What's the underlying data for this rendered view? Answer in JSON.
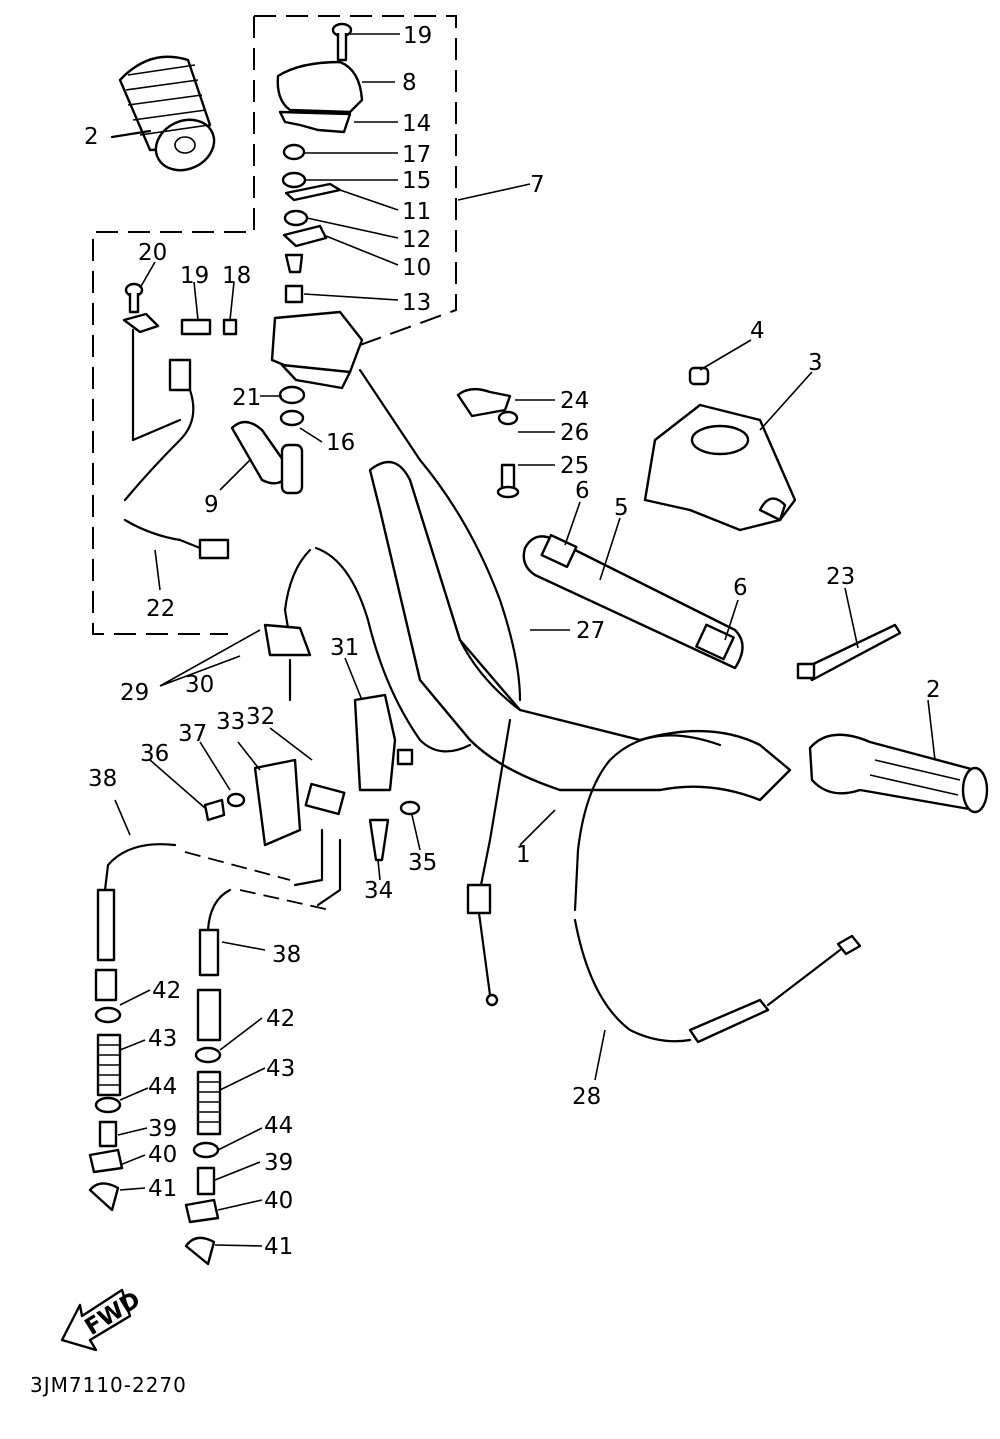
{
  "callouts": [
    {
      "id": "c2a",
      "text": "2"
    },
    {
      "id": "c19a",
      "text": "19"
    },
    {
      "id": "c8",
      "text": "8"
    },
    {
      "id": "c14",
      "text": "14"
    },
    {
      "id": "c17",
      "text": "17"
    },
    {
      "id": "c15",
      "text": "15"
    },
    {
      "id": "c7",
      "text": "7"
    },
    {
      "id": "c11",
      "text": "11"
    },
    {
      "id": "c12",
      "text": "12"
    },
    {
      "id": "c10",
      "text": "10"
    },
    {
      "id": "c20",
      "text": "20"
    },
    {
      "id": "c19b",
      "text": "19"
    },
    {
      "id": "c18",
      "text": "18"
    },
    {
      "id": "c13",
      "text": "13"
    },
    {
      "id": "c4",
      "text": "4"
    },
    {
      "id": "c3",
      "text": "3"
    },
    {
      "id": "c21",
      "text": "21"
    },
    {
      "id": "c16",
      "text": "16"
    },
    {
      "id": "c24",
      "text": "24"
    },
    {
      "id": "c26",
      "text": "26"
    },
    {
      "id": "c25",
      "text": "25"
    },
    {
      "id": "c9",
      "text": "9"
    },
    {
      "id": "c6a",
      "text": "6"
    },
    {
      "id": "c5",
      "text": "5"
    },
    {
      "id": "c22",
      "text": "22"
    },
    {
      "id": "c23",
      "text": "23"
    },
    {
      "id": "c6b",
      "text": "6"
    },
    {
      "id": "c27",
      "text": "27"
    },
    {
      "id": "c31",
      "text": "31"
    },
    {
      "id": "c29",
      "text": "29"
    },
    {
      "id": "c30",
      "text": "30"
    },
    {
      "id": "c2b",
      "text": "2"
    },
    {
      "id": "c32",
      "text": "32"
    },
    {
      "id": "c37",
      "text": "37"
    },
    {
      "id": "c33",
      "text": "33"
    },
    {
      "id": "c36",
      "text": "36"
    },
    {
      "id": "c38a",
      "text": "38"
    },
    {
      "id": "c1",
      "text": "1"
    },
    {
      "id": "c35",
      "text": "35"
    },
    {
      "id": "c34",
      "text": "34"
    },
    {
      "id": "c38b",
      "text": "38"
    },
    {
      "id": "c42a",
      "text": "42"
    },
    {
      "id": "c43a",
      "text": "43"
    },
    {
      "id": "c42b",
      "text": "42"
    },
    {
      "id": "c43b",
      "text": "43"
    },
    {
      "id": "c44a",
      "text": "44"
    },
    {
      "id": "c28",
      "text": "28"
    },
    {
      "id": "c39a",
      "text": "39"
    },
    {
      "id": "c44b",
      "text": "44"
    },
    {
      "id": "c40a",
      "text": "40"
    },
    {
      "id": "c39b",
      "text": "39"
    },
    {
      "id": "c41a",
      "text": "41"
    },
    {
      "id": "c40b",
      "text": "40"
    },
    {
      "id": "c41b",
      "text": "41"
    }
  ],
  "fwd_label": "FWD",
  "drawing_code": "3JM7110-2270"
}
